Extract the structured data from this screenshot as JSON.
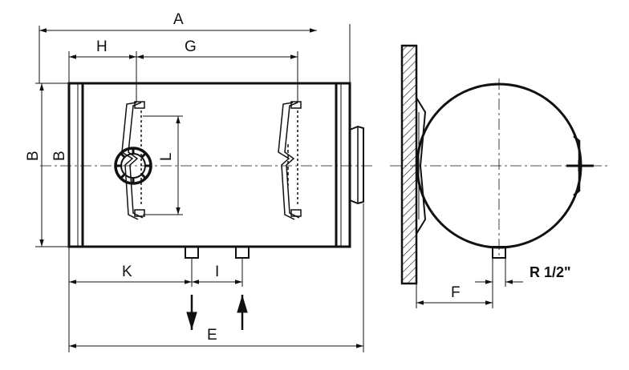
{
  "diagram": {
    "dimension_labels": {
      "A": "A",
      "H": "H",
      "G": "G",
      "B_outer": "B",
      "B_inner": "B",
      "L": "L",
      "K": "K",
      "I": "I",
      "E": "E",
      "F": "F"
    },
    "thread_label": "R 1/2\"",
    "colors": {
      "line": "#111111",
      "background": "#ffffff",
      "hatch": "#111111"
    }
  }
}
